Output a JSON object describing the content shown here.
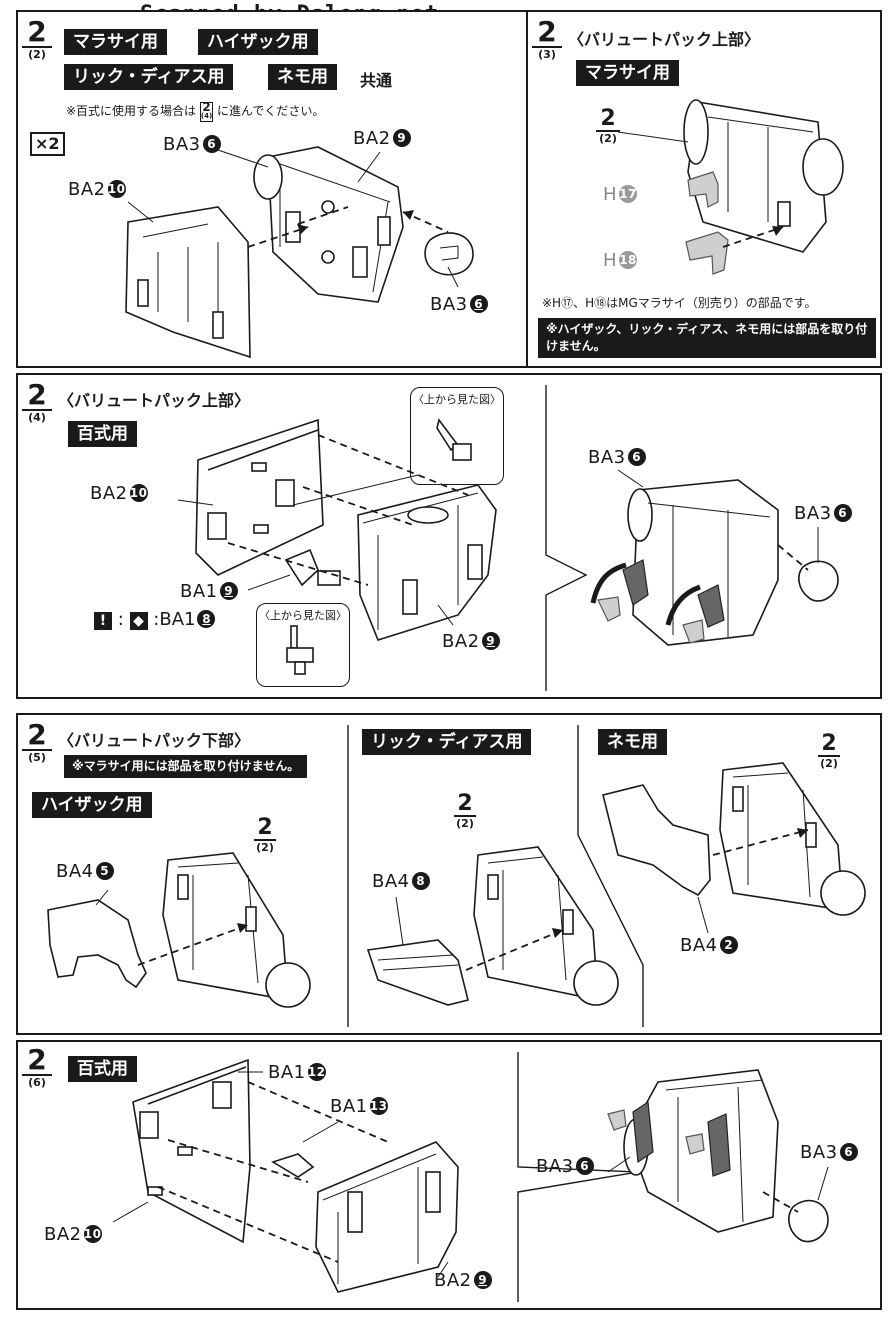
{
  "watermark": "Scanned by Dalong.net",
  "p1": {
    "step": "2",
    "sub": "(2)",
    "tags": [
      "マラサイ用",
      "ハイザック用",
      "リック・ディアス用",
      "ネモ用"
    ],
    "common": "共通",
    "note": "※百式に使用する場合は",
    "note_ref_num": "2",
    "note_ref_sub": "(4)",
    "note_end": "に進んでください。",
    "qty": "×2",
    "labels": {
      "ba3a": "BA3",
      "ba3a_n": "6",
      "ba2a": "BA2",
      "ba2a_n": "9",
      "ba2b": "BA2",
      "ba2b_n": "10",
      "ba3b": "BA3",
      "ba3b_n": "6"
    }
  },
  "p2": {
    "step": "2",
    "sub": "(3)",
    "title": "〈バリュートパック上部〉",
    "tag": "マラサイ用",
    "ref_num": "2",
    "ref_sub": "(2)",
    "h1": "H",
    "h1_n": "17",
    "h2": "H",
    "h2_n": "18",
    "note": "※H⑰、H⑱はMGマラサイ（別売り）の部品です。",
    "notebox": "※ハイザック、リック・ディアス、ネモ用には部品を取り付けません。"
  },
  "p3": {
    "step": "2",
    "sub": "(4)",
    "title": "〈バリュートパック上部〉",
    "tag": "百式用",
    "view_top": "〈上から見た図〉",
    "view_bottom": "〈上から見た図〉",
    "labels": {
      "ba2a": "BA2",
      "ba2a_n": "10",
      "ba1a": "BA1",
      "ba1a_n": "9",
      "ba1b": "BA1",
      "ba1b_n": "8",
      "ba2b": "BA2",
      "ba2b_n": "9",
      "ba3a": "BA3",
      "ba3a_n": "6",
      "ba3b": "BA3",
      "ba3b_n": "6"
    },
    "warn_colon": ":",
    "warn_colon2": ":"
  },
  "p4": {
    "step": "2",
    "sub": "(5)",
    "title": "〈バリュートパック下部〉",
    "notebox": "※マラサイ用には部品を取り付けません。",
    "tag_a": "ハイザック用",
    "tag_b": "リック・ディアス用",
    "tag_c": "ネモ用",
    "ref_num": "2",
    "ref_sub": "(2)",
    "labels": {
      "a": "BA4",
      "a_n": "5",
      "b": "BA4",
      "b_n": "8",
      "c": "BA4",
      "c_n": "2"
    }
  },
  "p5": {
    "step": "2",
    "sub": "(6)",
    "tag": "百式用",
    "labels": {
      "ba1a": "BA1",
      "ba1a_n": "12",
      "ba1b": "BA1",
      "ba1b_n": "13",
      "ba2a": "BA2",
      "ba2a_n": "10",
      "ba2b": "BA2",
      "ba2b_n": "9",
      "ba3a": "BA3",
      "ba3a_n": "6",
      "ba3b": "BA3",
      "ba3b_n": "6"
    }
  }
}
